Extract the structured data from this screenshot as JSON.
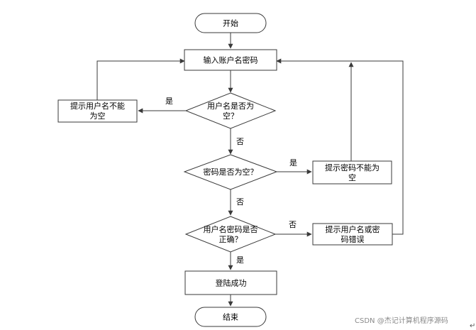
{
  "nodes": {
    "start": "开始",
    "input": "输入账户名密码",
    "check_user_empty": [
      "用户名是否为",
      "空？"
    ],
    "prompt_user_empty": [
      "提示用户名不能",
      "为空"
    ],
    "check_pwd_empty": "密码是否为空？",
    "prompt_pwd_empty": [
      "提示密码不能为",
      "空"
    ],
    "check_correct": [
      "用户名密码是否",
      "正确？"
    ],
    "prompt_wrong": [
      "提示用户名或密",
      "码错误"
    ],
    "success": "登陆成功",
    "end": "结束"
  },
  "edges": {
    "user_empty_yes": "是",
    "user_empty_no": "否",
    "pwd_empty_yes": "是",
    "pwd_empty_no": "否",
    "correct_no": "否",
    "correct_yes": "是"
  },
  "watermark": "CSDN @杰记计算机程序源码",
  "colors": {
    "line": "#3a3a3a",
    "text": "#000000",
    "watermark": "#8a8a8a"
  }
}
